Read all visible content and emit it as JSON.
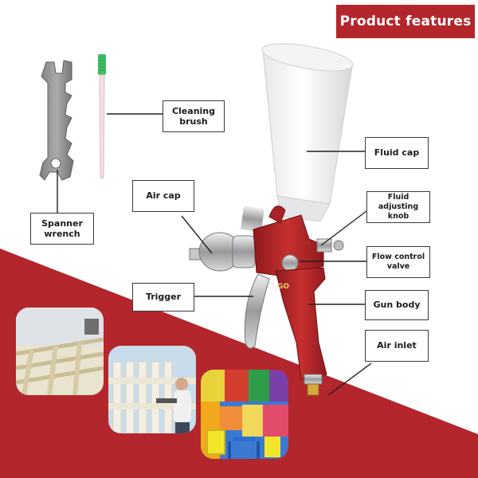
{
  "header": {
    "title": "Product features",
    "bg_color": "#b3262c"
  },
  "brand_color": "#b3262c",
  "labels": {
    "cleaning_brush": "Cleaning brush",
    "fluid_cap": "Fluid cap",
    "air_cap": "Air cap",
    "fluid_adjusting_knob": "Fluid adjusting knob",
    "spanner_wrench": "Spanner wrench",
    "flow_control_valve": "Flow control valve",
    "trigger": "Trigger",
    "gun_body": "Gun body",
    "air_inlet": "Air inlet"
  },
  "icons": {
    "spray_gun": "spray-gun-icon",
    "spanner": "spanner-wrench-icon",
    "brush": "cleaning-brush-icon"
  }
}
